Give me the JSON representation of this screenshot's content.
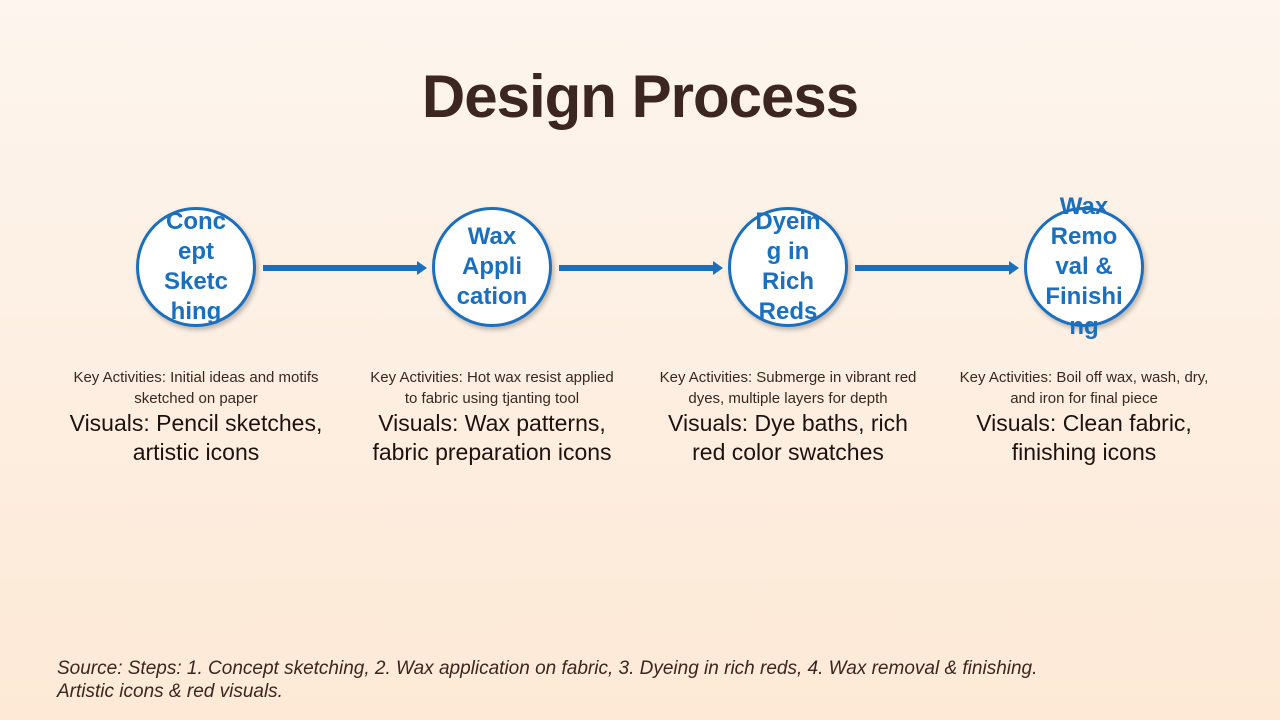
{
  "title": "Design Process",
  "steps": [
    {
      "lines": [
        "Conc",
        "ept",
        "Sketc",
        "hing"
      ],
      "key_activities": "Key Activities: Initial ideas and motifs sketched on paper",
      "visuals": "Visuals: Pencil sketches, artistic icons"
    },
    {
      "lines": [
        "Wax",
        "Appli",
        "cation"
      ],
      "key_activities": "Key Activities: Hot wax resist applied to fabric using tjanting tool",
      "visuals": "Visuals: Wax patterns, fabric preparation icons"
    },
    {
      "lines": [
        "Dyein",
        "g in",
        "Rich",
        "Reds"
      ],
      "key_activities": "Key Activities: Submerge in vibrant red dyes, multiple layers for depth",
      "visuals": "Visuals: Dye baths, rich red color swatches"
    },
    {
      "lines": [
        "Wax",
        "Remo",
        "val &",
        "Finishi",
        "ng"
      ],
      "key_activities": "Key Activities: Boil off wax, wash, dry, and iron for final piece",
      "visuals": "Visuals: Clean fabric, finishing icons"
    }
  ],
  "source_line1": "Source: Steps: 1. Concept sketching, 2. Wax application on fabric, 3. Dyeing in rich reds, 4. Wax removal & finishing.",
  "source_line2": "Artistic icons & red visuals.",
  "colors": {
    "accent": "#1a6fbf",
    "text": "#3b2621"
  }
}
